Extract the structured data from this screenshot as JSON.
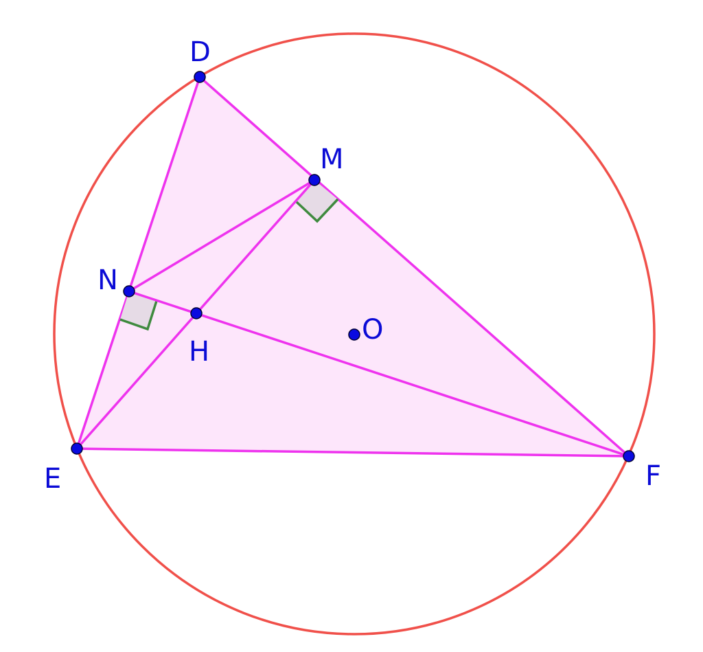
{
  "points": {
    "D": {
      "label": "D"
    },
    "M": {
      "label": "M"
    },
    "N": {
      "label": "N"
    },
    "H": {
      "label": "H"
    },
    "O": {
      "label": "O"
    },
    "E": {
      "label": "E"
    },
    "F": {
      "label": "F"
    }
  },
  "colors": {
    "circle": "#f0504a",
    "segments": "#ee33ee",
    "triangle_fill": "#fde6fb",
    "right_angle_stroke": "#3e8a3e",
    "right_angle_fill": "#e6dbe6",
    "point_fill": "#0a0ae0",
    "label": "#0b0bd6"
  }
}
